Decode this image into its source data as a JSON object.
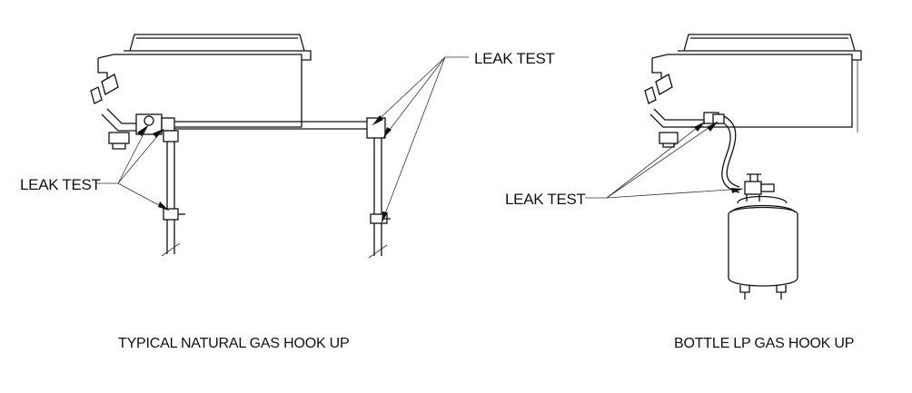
{
  "labels": {
    "leak_test_top": "LEAK TEST",
    "leak_test_left": "LEAK TEST",
    "leak_test_right": "LEAK TEST"
  },
  "captions": {
    "natural_gas": "TYPICAL NATURAL GAS HOOK UP",
    "lp_gas": "BOTTLE LP GAS HOOK UP"
  }
}
